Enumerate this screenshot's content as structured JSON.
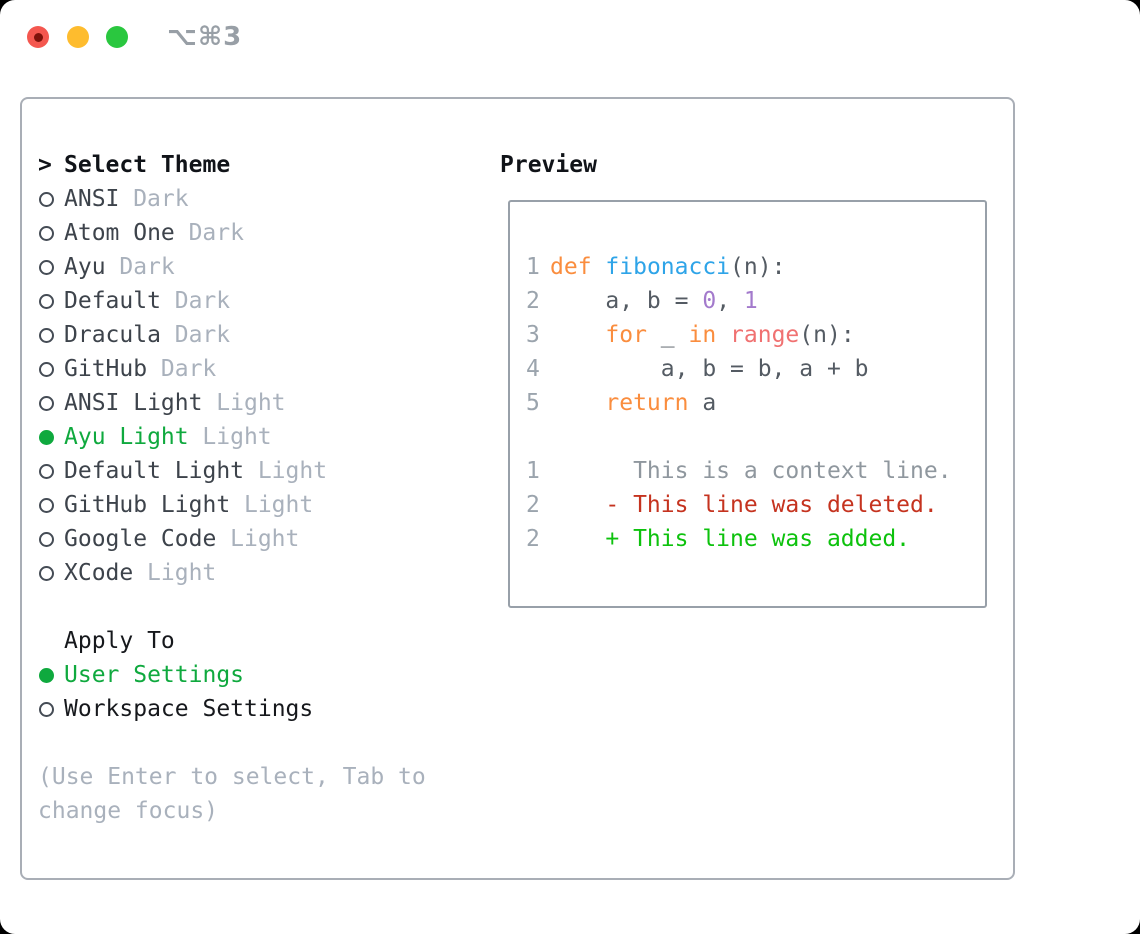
{
  "titlebar": {
    "title": "⌥⌘3",
    "buttons": [
      "close",
      "minimize",
      "zoom"
    ]
  },
  "theme_panel": {
    "header": {
      "prefix": ">",
      "label": "Select Theme"
    },
    "themes": [
      {
        "name": "ANSI",
        "variant": "Dark",
        "selected": false
      },
      {
        "name": "Atom One",
        "variant": "Dark",
        "selected": false
      },
      {
        "name": "Ayu",
        "variant": "Dark",
        "selected": false
      },
      {
        "name": "Default",
        "variant": "Dark",
        "selected": false
      },
      {
        "name": "Dracula",
        "variant": "Dark",
        "selected": false
      },
      {
        "name": "GitHub",
        "variant": "Dark",
        "selected": false
      },
      {
        "name": "ANSI Light",
        "variant": "Light",
        "selected": false
      },
      {
        "name": "Ayu Light",
        "variant": "Light",
        "selected": true
      },
      {
        "name": "Default Light",
        "variant": "Light",
        "selected": false
      },
      {
        "name": "GitHub Light",
        "variant": "Light",
        "selected": false
      },
      {
        "name": "Google Code",
        "variant": "Light",
        "selected": false
      },
      {
        "name": "XCode",
        "variant": "Light",
        "selected": false
      }
    ],
    "apply_to": {
      "header": "Apply To",
      "options": [
        {
          "label": "User Settings",
          "selected": true
        },
        {
          "label": "Workspace Settings",
          "selected": false
        }
      ]
    },
    "help_lines": [
      "(Use Enter to select, Tab to",
      "change focus)"
    ]
  },
  "preview": {
    "header": "Preview",
    "code_lines": [
      {
        "num": "1",
        "tokens": [
          {
            "t": "def",
            "c": "keyword"
          },
          {
            "t": " "
          },
          {
            "t": "fibonacci",
            "c": "function"
          },
          {
            "t": "(n):"
          }
        ]
      },
      {
        "num": "2",
        "tokens": [
          {
            "t": "    a, b = "
          },
          {
            "t": "0",
            "c": "constant"
          },
          {
            "t": ", "
          },
          {
            "t": "1",
            "c": "constant"
          }
        ]
      },
      {
        "num": "3",
        "tokens": [
          {
            "t": "    "
          },
          {
            "t": "for",
            "c": "keyword"
          },
          {
            "t": " _ "
          },
          {
            "t": "in",
            "c": "keyword"
          },
          {
            "t": " "
          },
          {
            "t": "range",
            "c": "builtin"
          },
          {
            "t": "(n):"
          }
        ]
      },
      {
        "num": "4",
        "tokens": [
          {
            "t": "        a, b = b, a + b"
          }
        ]
      },
      {
        "num": "5",
        "tokens": [
          {
            "t": "    "
          },
          {
            "t": "return",
            "c": "keyword"
          },
          {
            "t": " a"
          }
        ]
      }
    ],
    "diff_lines": [
      {
        "num": "1",
        "kind": "context",
        "text": "      This is a context line."
      },
      {
        "num": "2",
        "kind": "deleted",
        "text": "    - This line was deleted."
      },
      {
        "num": "2",
        "kind": "added",
        "text": "    + This line was added."
      }
    ]
  },
  "colors": {
    "accent_green": "#0fa93e",
    "traffic_red": "#f4574f",
    "traffic_red_dot": "#7e120b",
    "traffic_yellow": "#febc2e",
    "traffic_green": "#2ac73f",
    "syntax": {
      "plain": "#545b63",
      "keyword": "#fa8d3e",
      "function": "#2ea4e8",
      "constant": "#a37acc",
      "builtin": "#f07171",
      "line_number": "#9ba4ad"
    },
    "diff": {
      "context": "#8f979e",
      "deleted": "#c5331f",
      "added": "#0dc20d"
    }
  }
}
